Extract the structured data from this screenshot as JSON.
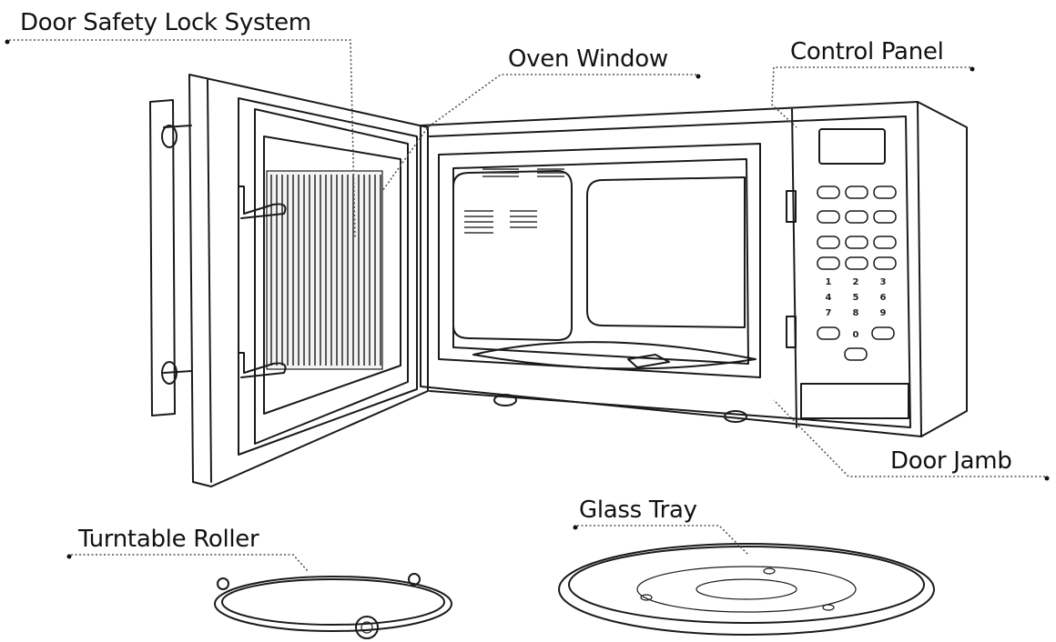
{
  "labels": {
    "door_safety_lock_system": "Door Safety Lock System",
    "oven_window": "Oven Window",
    "control_panel": "Control Panel",
    "door_jamb": "Door Jamb",
    "turntable_roller": "Turntable Roller",
    "glass_tray": "Glass Tray"
  },
  "keypad": [
    "1",
    "2",
    "3",
    "4",
    "5",
    "6",
    "7",
    "8",
    "9",
    "0"
  ]
}
